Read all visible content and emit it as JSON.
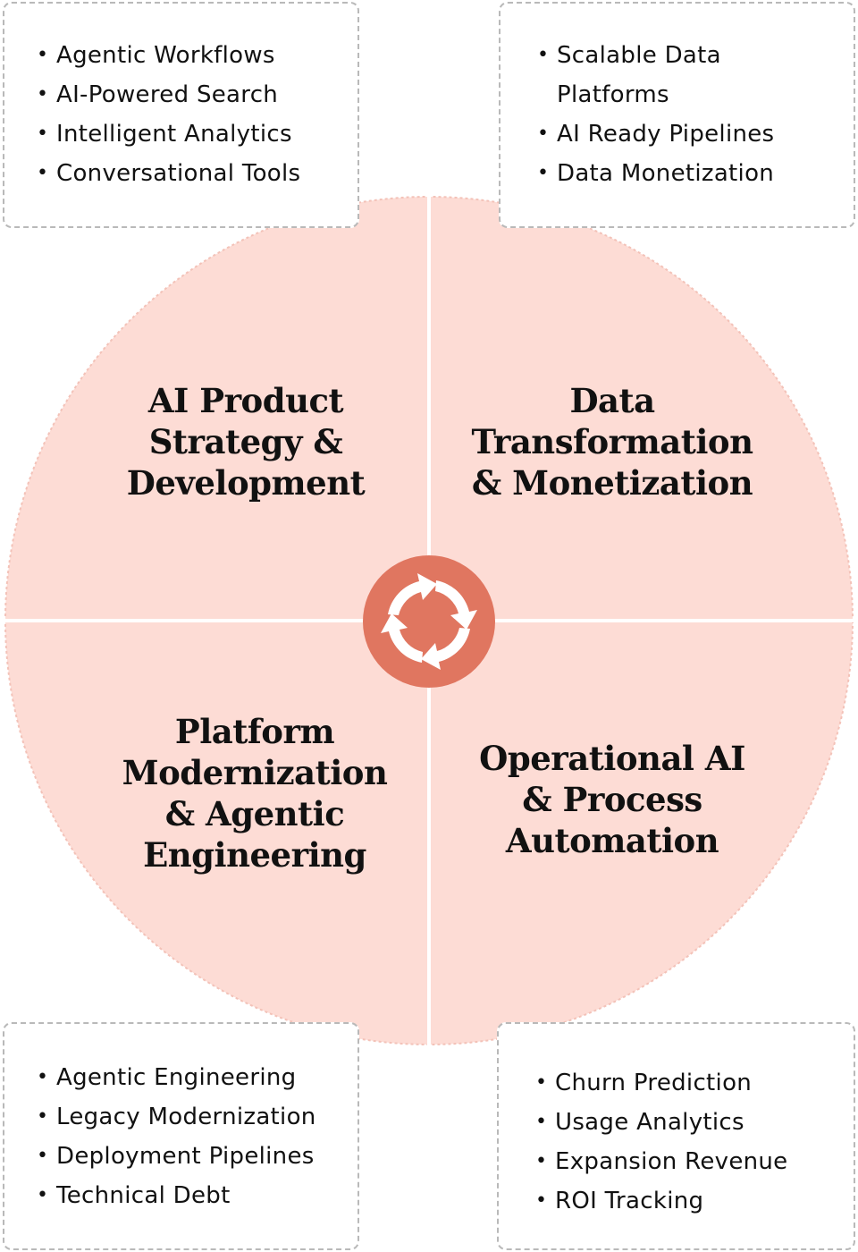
{
  "quadrants": {
    "top_left": {
      "title_lines": [
        "AI Product",
        "Strategy &",
        "Development"
      ],
      "items": [
        "Agentic Workflows",
        "AI-Powered Search",
        "Intelligent Analytics",
        "Conversational Tools"
      ]
    },
    "top_right": {
      "title_lines": [
        "Data",
        "Transformation",
        "& Monetization"
      ],
      "items": [
        "Scalable Data Platforms",
        "AI Ready Pipelines",
        "Data Monetization"
      ]
    },
    "bottom_left": {
      "title_lines": [
        "Platform",
        "Modernization",
        "& Agentic",
        "Engineering"
      ],
      "items": [
        "Agentic Engineering",
        "Legacy Modernization",
        "Deployment Pipelines",
        "Technical Debt"
      ]
    },
    "bottom_right": {
      "title_lines": [
        "Operational AI",
        "& Process",
        "Automation"
      ],
      "items": [
        "Churn Prediction",
        "Usage Analytics",
        "Expansion Revenue",
        "ROI Tracking"
      ]
    }
  },
  "hub_icon": "cycle-arrows-icon",
  "colors": {
    "circle_fill": "#fddcd5",
    "circle_edge": "#f3c2b8",
    "divider": "#ffffff",
    "hub_fill": "#e07660",
    "hub_arrows": "#ffffff",
    "box_border": "#b9b9b9"
  }
}
